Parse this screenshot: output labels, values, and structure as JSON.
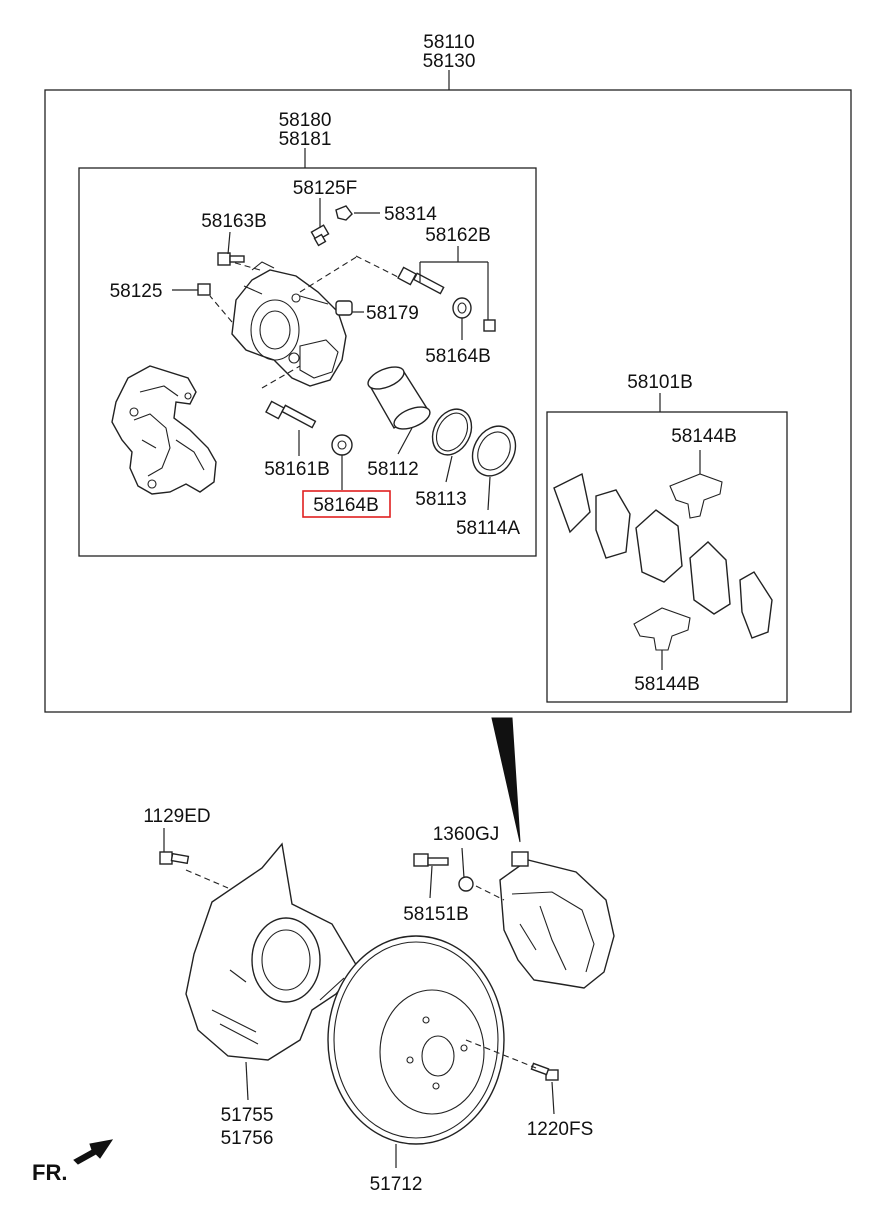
{
  "labels": {
    "assembly_front": "58110",
    "assembly_front_alt": "58130",
    "caliper_assy": "58180",
    "caliper_assy_alt": "58181",
    "bleeder_screw": "58125F",
    "bleeder_cap": "58314",
    "bolt_upper": "58163B",
    "guide_pin_set": "58162B",
    "bleeder_plug": "58125",
    "bushing": "58179",
    "boot_upper": "58164B",
    "guide_pin_lower": "58161B",
    "piston": "58112",
    "boot_lower_highlighted": "58164B",
    "piston_seal": "58113",
    "piston_boot": "58114A",
    "pad_kit": "58101B",
    "pad_spring_upper": "58144B",
    "pad_spring_lower": "58144B",
    "dust_cover_bolt": "1129ED",
    "washer": "1360GJ",
    "caliper_bolt": "58151B",
    "dust_cover": "51755",
    "dust_cover_alt": "51756",
    "disc_screw": "1220FS",
    "brake_disc": "51712",
    "direction": "FR."
  },
  "colors": {
    "highlight": "#e02020",
    "line": "#222222"
  },
  "icons": [
    "front-direction-arrow-icon"
  ]
}
